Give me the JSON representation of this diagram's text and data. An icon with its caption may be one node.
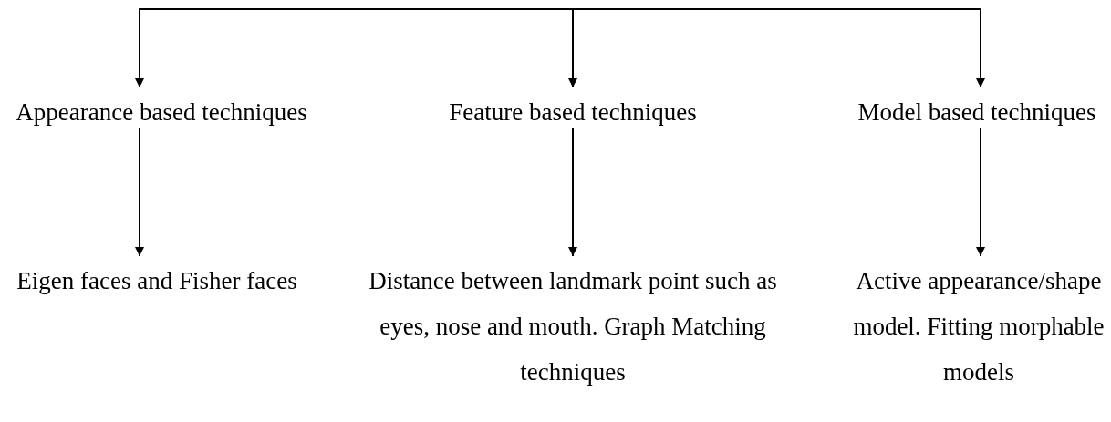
{
  "diagram": {
    "nodes": [
      {
        "text": [
          "Appearance based techniques"
        ]
      },
      {
        "text": [
          "Feature based techniques"
        ]
      },
      {
        "text": [
          "Model based techniques"
        ]
      },
      {
        "text": [
          "Eigen faces and Fisher faces"
        ]
      },
      {
        "text": [
          "Distance between landmark point such as eyes, nose and mouth. Graph Matching techniques"
        ]
      },
      {
        "text": [
          "Active appearance/shape model. Fitting morphable models"
        ]
      }
    ],
    "edges": [
      {
        "from": null,
        "to": 0,
        "arrow": "to"
      },
      {
        "from": null,
        "to": 1,
        "arrow": "to"
      },
      {
        "from": null,
        "to": 2,
        "arrow": "to"
      },
      {
        "from": 0,
        "to": 3,
        "arrow": "to"
      },
      {
        "from": 1,
        "to": 4,
        "arrow": "to"
      },
      {
        "from": 2,
        "to": 5,
        "arrow": "to"
      }
    ]
  }
}
